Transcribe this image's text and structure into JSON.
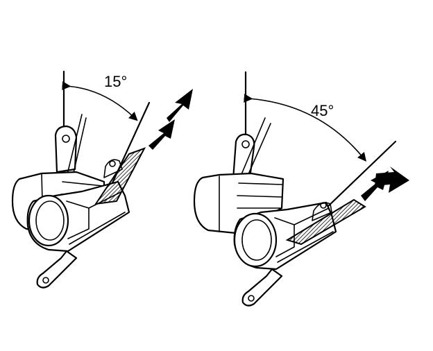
{
  "figures": [
    {
      "angle_label": "15°",
      "angle_degrees": 15
    },
    {
      "angle_label": "45°",
      "angle_degrees": 45
    }
  ]
}
